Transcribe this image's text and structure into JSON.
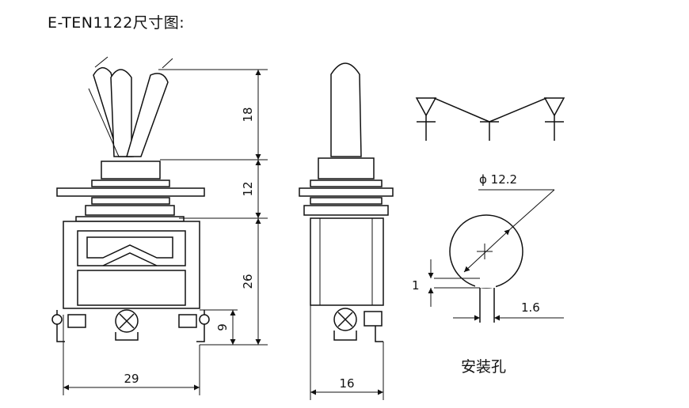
{
  "title": "E-TEN1122尺寸图:",
  "front_view": {
    "dim_height_lever": "18",
    "dim_height_bushing": "12",
    "dim_height_body": "26",
    "dim_terminal": "9",
    "dim_width": "29"
  },
  "side_view": {
    "dim_width": "16"
  },
  "mounting_hole": {
    "dim_diameter": "ϕ 12.2",
    "dim_key_height": "1",
    "dim_key_width": "1.6",
    "caption": "安装孔"
  }
}
